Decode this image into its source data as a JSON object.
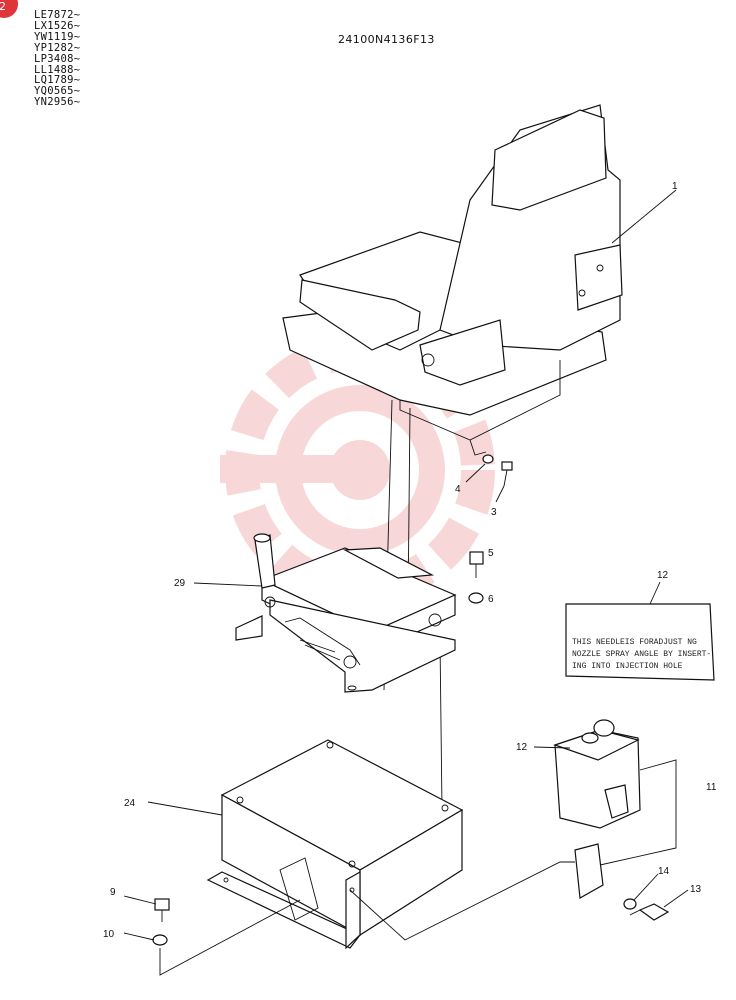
{
  "badge": "2",
  "serial_numbers": [
    "LE7872~",
    "LX1526~",
    "YW1119~",
    "YP1282~",
    "LP3408~",
    "LL1488~",
    "LQ1789~",
    "YQ0565~",
    "YN2956~"
  ],
  "drawing_number": "24100N4136F13",
  "callouts": {
    "c1": "1",
    "c3": "3",
    "c4": "4",
    "c5": "5",
    "c6": "6",
    "c9": "9",
    "c10": "10",
    "c11": "11",
    "c12a": "12",
    "c12b": "12",
    "c13": "13",
    "c14": "14",
    "c24": "24",
    "c29": "29"
  },
  "caution_label": {
    "line1": "THIS NEEDLEIS FORADJUST NG",
    "line2": "NOZZLE SPRAY ANGLE BY INSERT-",
    "line3": "ING INTO INJECTION HOLE"
  },
  "colors": {
    "line": "#111111",
    "watermark": "#f3b7b9",
    "badge": "#e0353a"
  }
}
